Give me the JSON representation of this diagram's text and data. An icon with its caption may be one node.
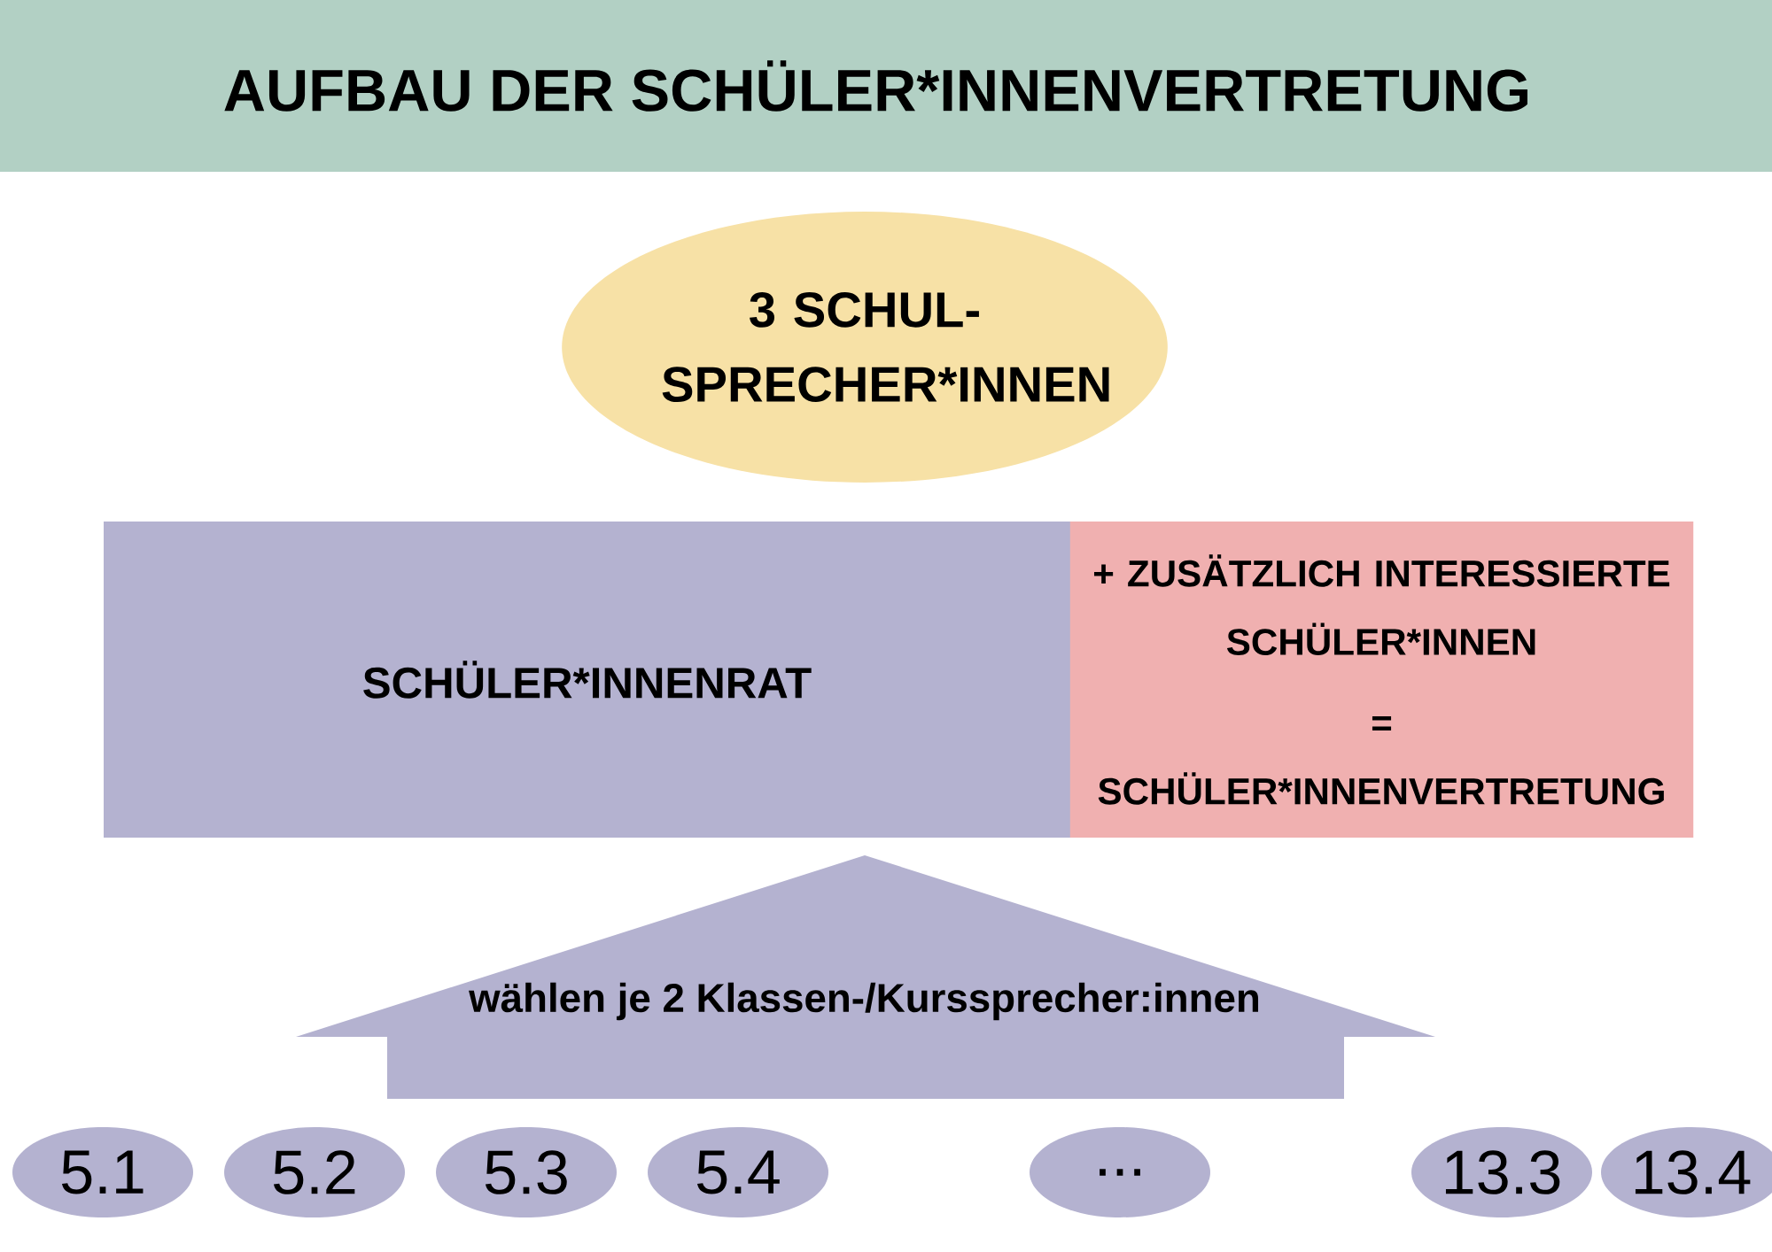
{
  "diagram": {
    "title": "AUFBAU DER SCHÜLER*INNENVERTRETUNG",
    "nodes": [
      {
        "text": [
          "3 SCHUL- SPRECHER*INNEN"
        ]
      },
      {
        "text": [
          "SCHÜLER*INNENRAT"
        ]
      },
      {
        "text": [
          "+ ZUSÄTZLICH INTERESSIERTE SCHÜLER*INNEN",
          "= SCHÜLER*INNENVERTRETUNG"
        ]
      },
      {
        "text": [
          "wählen je 2 Klassen-/Kurssprecher:innen"
        ]
      },
      {
        "text": [
          "5.1"
        ]
      },
      {
        "text": [
          "5.2"
        ]
      },
      {
        "text": [
          "5.3"
        ]
      },
      {
        "text": [
          "5.4"
        ]
      },
      {
        "text": [
          "..."
        ]
      },
      {
        "text": [
          "13.3"
        ]
      },
      {
        "text": [
          "13.4"
        ]
      }
    ]
  }
}
